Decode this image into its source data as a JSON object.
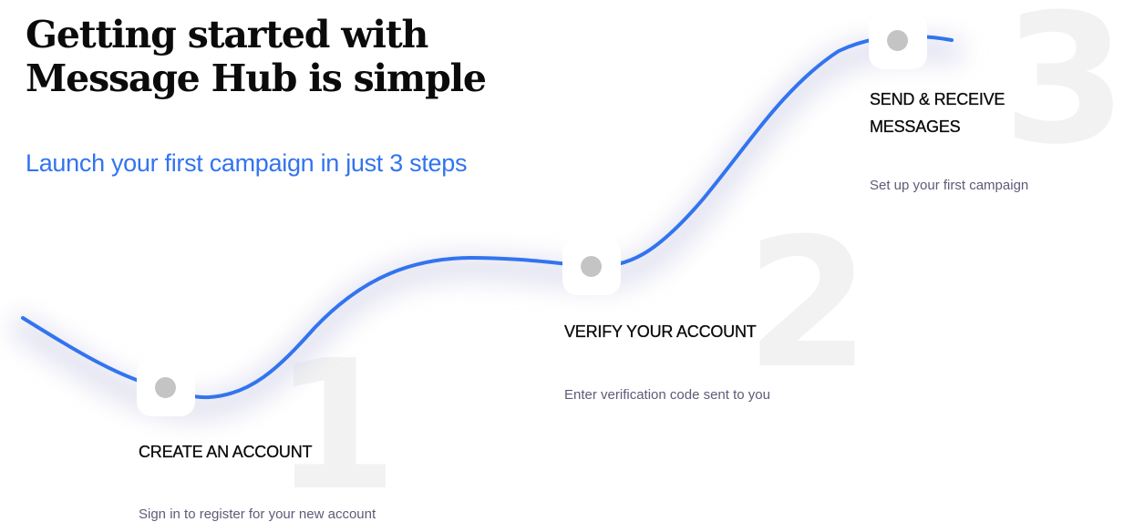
{
  "header": {
    "title_line1": "Getting started with",
    "title_line2": "Message Hub is simple",
    "subtitle": "Launch your first campaign in just 3 steps"
  },
  "colors": {
    "accent": "#3274ef",
    "title": "#0b0b0b",
    "description": "#5f5b78",
    "step_number": "#f2f2f2",
    "node_dot": "#c4c4c4"
  },
  "steps": [
    {
      "number": "1",
      "title": "CREATE AN ACCOUNT",
      "description": "Sign in to register for your new account"
    },
    {
      "number": "2",
      "title": "VERIFY YOUR ACCOUNT",
      "description": "Enter verification code sent to you"
    },
    {
      "number": "3",
      "title_line1": "SEND & RECEIVE",
      "title_line2": "MESSAGES",
      "description": "Set up your first campaign"
    }
  ]
}
